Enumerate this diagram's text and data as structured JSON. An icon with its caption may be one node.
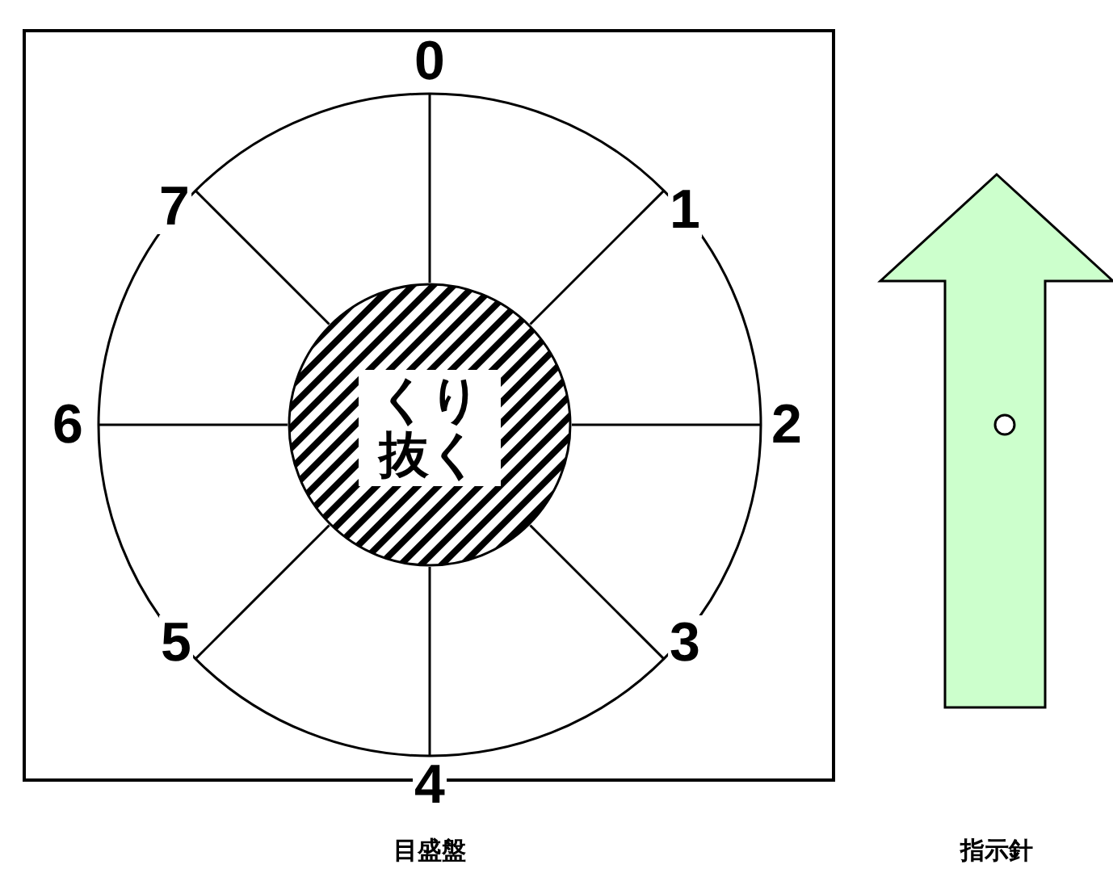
{
  "diagram": {
    "nodes": [
      {
        "text": [],
        "shape": "box"
      },
      {
        "text": [
          "くり抜く"
        ],
        "in": 0
      },
      {
        "text": [],
        "shape": "arrow"
      }
    ],
    "labels": [
      "0",
      "1",
      "2",
      "3",
      "4",
      "5",
      "6",
      "7",
      "目盛盤",
      "指示針"
    ]
  }
}
